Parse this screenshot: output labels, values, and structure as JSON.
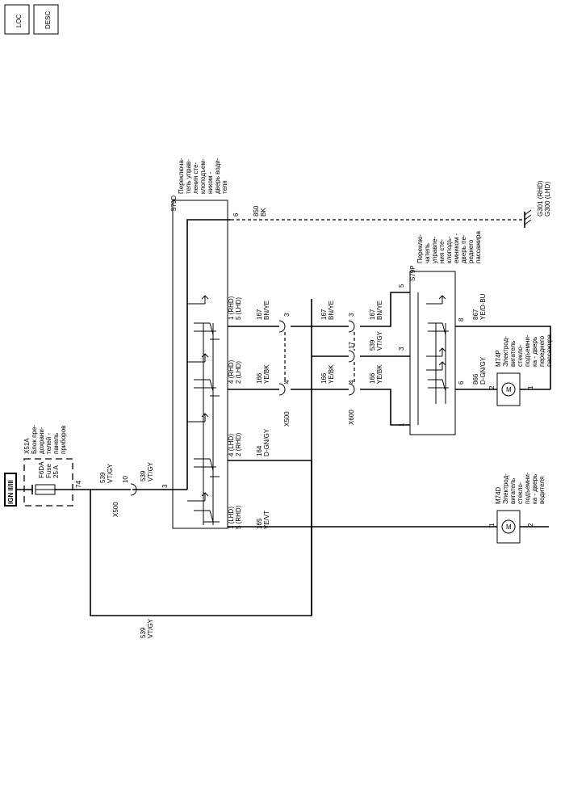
{
  "badges": {
    "loc": "LOC",
    "desc": "DESC"
  },
  "ign": "IGN II/III",
  "fuse_block": {
    "id": "X51A",
    "text": [
      "Блок пре-",
      "дохрани-",
      "телей -",
      "панель",
      "приборов"
    ]
  },
  "fuse": {
    "id": "F6DA",
    "word": "Fuse",
    "rating": "25 A",
    "pin": "74"
  },
  "x500": "X500",
  "x600": "X600",
  "s79d": {
    "id": "S79D",
    "text": [
      "Переключа-",
      "тель управ-",
      "ления сте-",
      "клоподъем-",
      "ником -",
      "дверь води-",
      "теля"
    ]
  },
  "s79p": {
    "id": "S79P",
    "text": [
      "Переклю-",
      "чатель",
      "управле-",
      "ния сте-",
      "клоподъ-",
      "емником -",
      "дверь пе-",
      "реднего",
      "пассажира"
    ]
  },
  "m74d": {
    "id": "M74D",
    "text": [
      "Электрод-",
      "вигатель",
      "стекло-",
      "подъемни-",
      "ка - дверь",
      "водителя"
    ]
  },
  "m74p": {
    "id": "M74P",
    "text": [
      "Электрод-",
      "вигатель",
      "стекло-",
      "подъемни-",
      "ка - дверь",
      "переднего",
      "пассажира"
    ]
  },
  "ground": {
    "a": "G301 (RHD)",
    "b": "G300 (LHD)"
  },
  "pins": {
    "p3": "3",
    "p6": "6",
    "p10": "10",
    "p1": "1",
    "p2": "2",
    "p3b": "3",
    "p4": "4",
    "p5": "5",
    "p8": "8",
    "p17": "17",
    "d_1rhd": "1 (RHD)",
    "d_5lhd": "5 (LHD)",
    "d_4rhd": "4 (RHD)",
    "d_2lhd": "2 (LHD)",
    "d_4lhd": "4 (LHD)",
    "d_2rhd": "2 (RHD)",
    "d_1lhd": "1 (LHD)",
    "d_5rhd": "5 (RHD)"
  },
  "wires": {
    "w539": "539",
    "vtgy": "VT/GY",
    "w850": "850",
    "bk": "BK",
    "w167": "167",
    "bnye": "BN/YE",
    "w166": "166",
    "yebk": "YE/BK",
    "w164": "164",
    "dgngy": "D-GN/GY",
    "w165": "165",
    "yevt": "YE/VT",
    "w866": "866",
    "w867": "867",
    "yedbu": "YE/D-BU"
  }
}
